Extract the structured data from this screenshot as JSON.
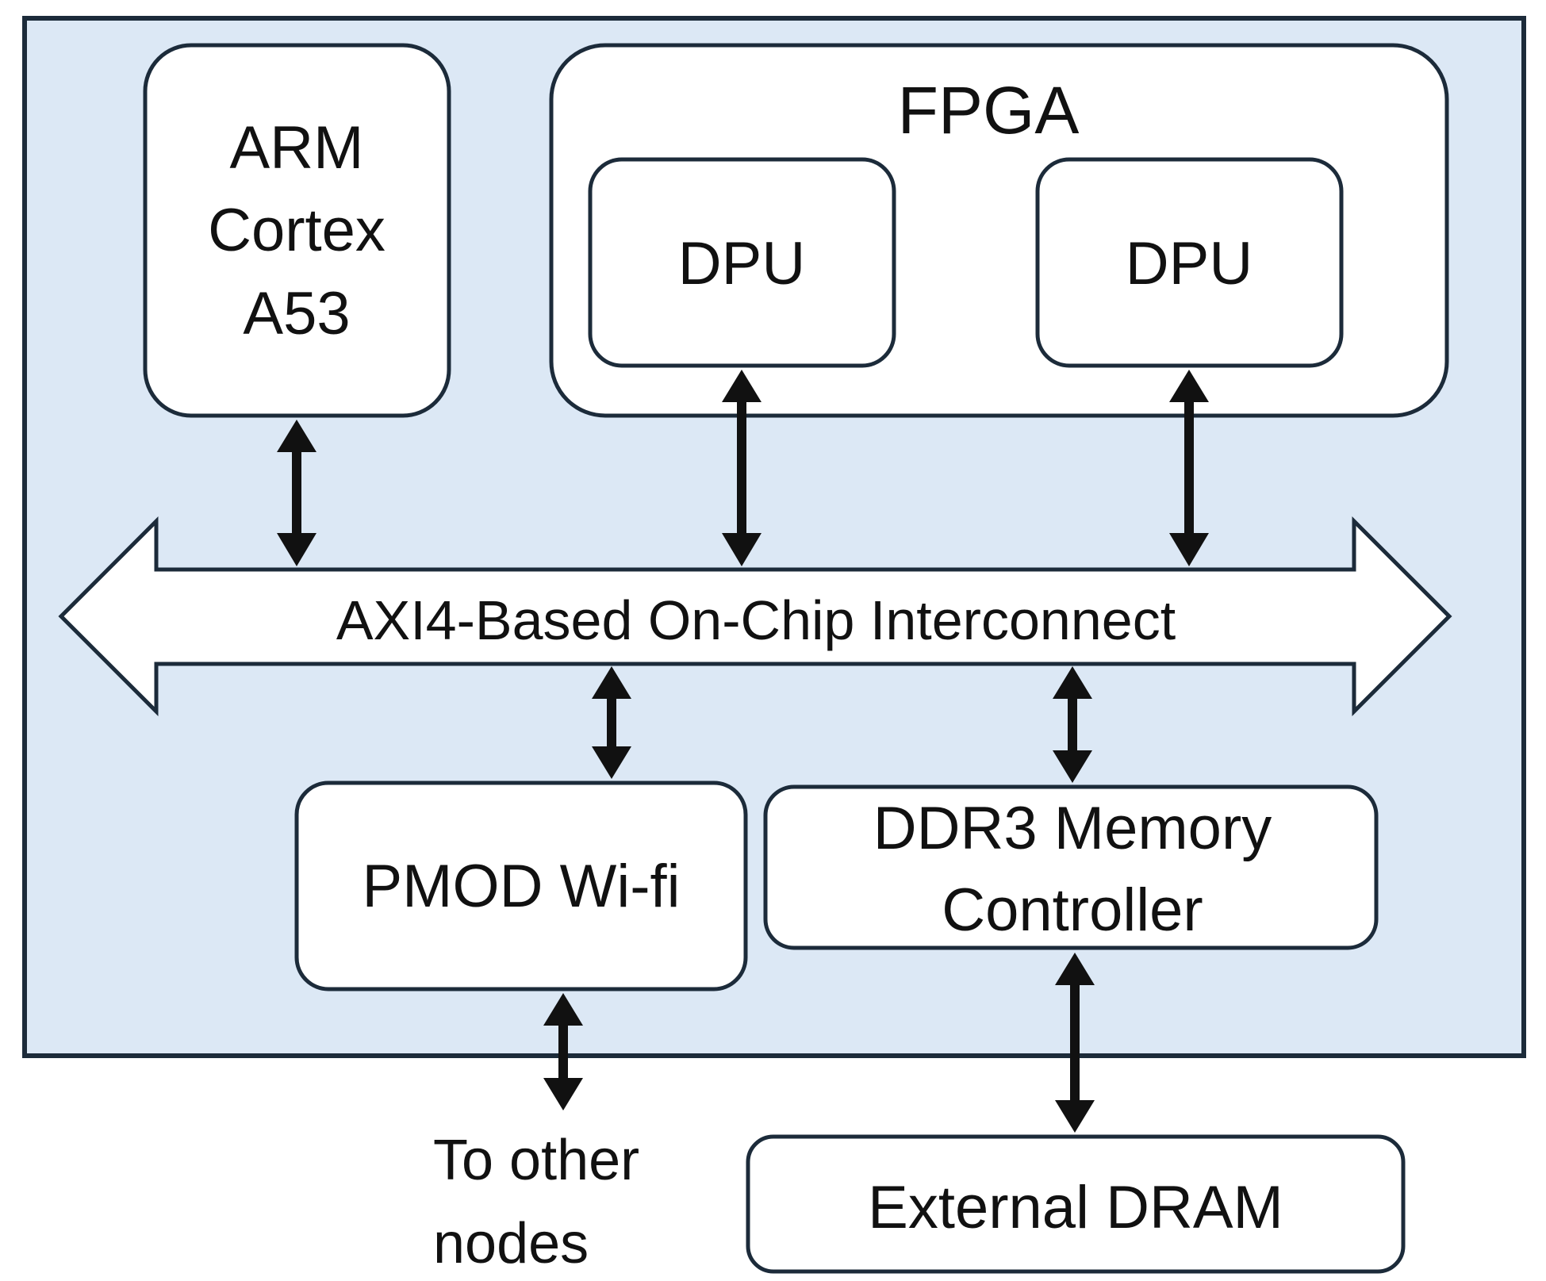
{
  "colors": {
    "board_fill": "#dce8f5",
    "stroke": "#1c2b3a",
    "box_fill": "#ffffff",
    "arrow": "#111111"
  },
  "blocks": {
    "arm": [
      "ARM",
      "Cortex",
      "A53"
    ],
    "fpga": "FPGA",
    "dpu_left": "DPU",
    "dpu_right": "DPU",
    "interconnect": "AXI4-Based On-Chip Interconnect",
    "pmod": "PMOD Wi-fi",
    "ddr3": [
      "DDR3 Memory",
      "Controller"
    ],
    "external_dram": "External DRAM"
  },
  "external": {
    "other_nodes": [
      "To other",
      "nodes"
    ]
  },
  "connections": [
    {
      "from": "ARM Cortex A53",
      "to": "AXI4-Based On-Chip Interconnect",
      "direction": "bidirectional"
    },
    {
      "from": "DPU (left)",
      "to": "AXI4-Based On-Chip Interconnect",
      "direction": "bidirectional"
    },
    {
      "from": "DPU (right)",
      "to": "AXI4-Based On-Chip Interconnect",
      "direction": "bidirectional"
    },
    {
      "from": "AXI4-Based On-Chip Interconnect",
      "to": "PMOD Wi-fi",
      "direction": "bidirectional"
    },
    {
      "from": "AXI4-Based On-Chip Interconnect",
      "to": "DDR3 Memory Controller",
      "direction": "bidirectional"
    },
    {
      "from": "PMOD Wi-fi",
      "to": "To other nodes",
      "direction": "bidirectional"
    },
    {
      "from": "DDR3 Memory Controller",
      "to": "External DRAM",
      "direction": "bidirectional"
    }
  ]
}
